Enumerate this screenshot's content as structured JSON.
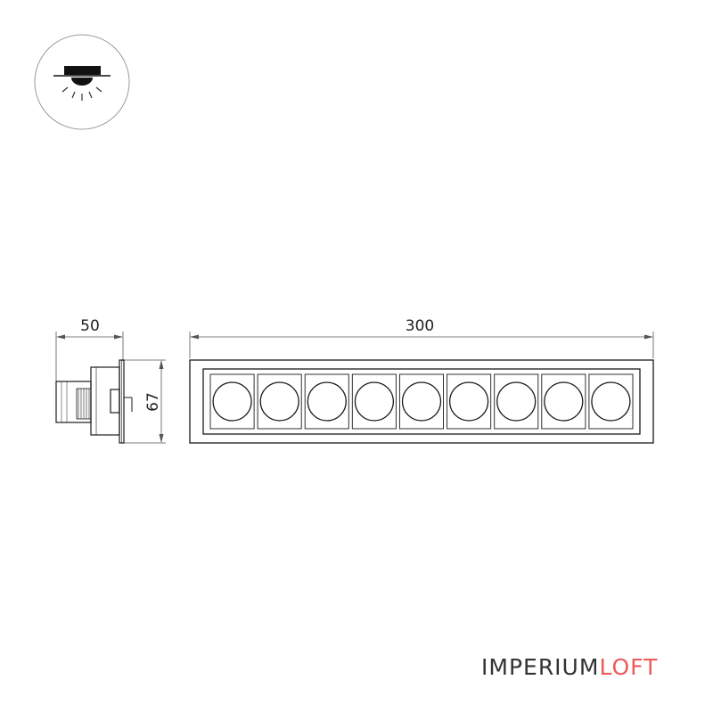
{
  "drawing": {
    "side_view": {
      "width_dimension": "50",
      "height_dimension": "67"
    },
    "front_view": {
      "length_dimension": "300",
      "led_count": 9
    },
    "mounting_icon": "recessed-ceiling-light-icon"
  },
  "brand": {
    "part_1": "IMPERIUM",
    "part_2": "LOFT",
    "color_dark": "#333333",
    "color_accent": "#ef5a5a"
  },
  "colors": {
    "line": "#1a1a1a",
    "dimension_line": "#555555",
    "icon_background": "#ffffff",
    "icon_border": "#999999"
  }
}
